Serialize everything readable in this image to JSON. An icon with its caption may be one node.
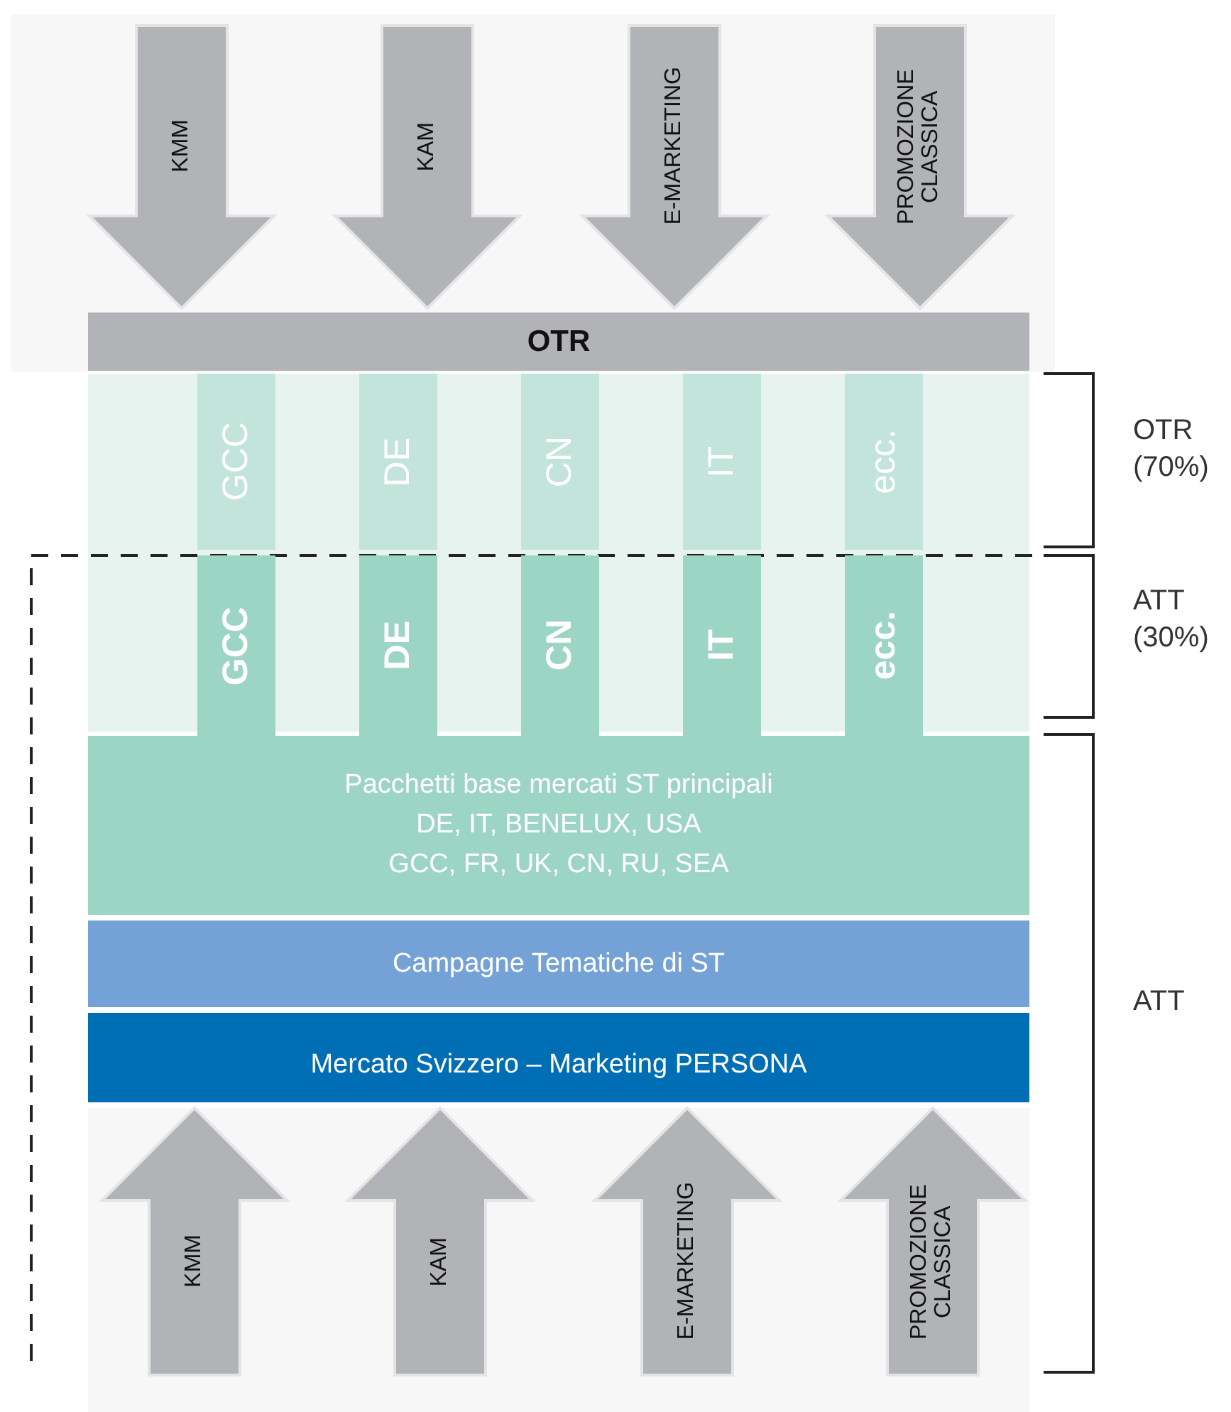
{
  "diagram": {
    "nodes": [
      {
        "text": [
          "KMM"
        ]
      },
      {
        "text": [
          "KAM"
        ]
      },
      {
        "text": [
          "E-MARKETING"
        ]
      },
      {
        "text": [
          "PROMOZIONE CLASSICA"
        ]
      },
      {
        "text": [
          "OTR"
        ]
      },
      {
        "text": [
          "GCC"
        ]
      },
      {
        "text": [
          "DE"
        ]
      },
      {
        "text": [
          "CN"
        ]
      },
      {
        "text": [
          "IT"
        ]
      },
      {
        "text": [
          "ecc."
        ]
      },
      {
        "text": [
          "GCC"
        ]
      },
      {
        "text": [
          "DE"
        ]
      },
      {
        "text": [
          "CN"
        ]
      },
      {
        "text": [
          "IT"
        ]
      },
      {
        "text": [
          "ecc."
        ]
      },
      {
        "text": [
          "Pacchetti base mercati ST principali",
          "DE, IT, BENELUX, USA",
          "GCC, FR, UK, CN, RU, SEA"
        ]
      },
      {
        "text": [
          "Campagne Tematiche di ST"
        ]
      },
      {
        "text": [
          "Mercato Svizzero – Marketing PERSONA"
        ]
      },
      {
        "text": [
          "KMM"
        ]
      },
      {
        "text": [
          "KAM"
        ]
      },
      {
        "text": [
          "E-MARKETING"
        ]
      },
      {
        "text": [
          "PROMOZIONE CLASSICA"
        ]
      }
    ],
    "labels": [
      "OTR (70%)",
      "ATT (30%)",
      "ATT"
    ]
  }
}
